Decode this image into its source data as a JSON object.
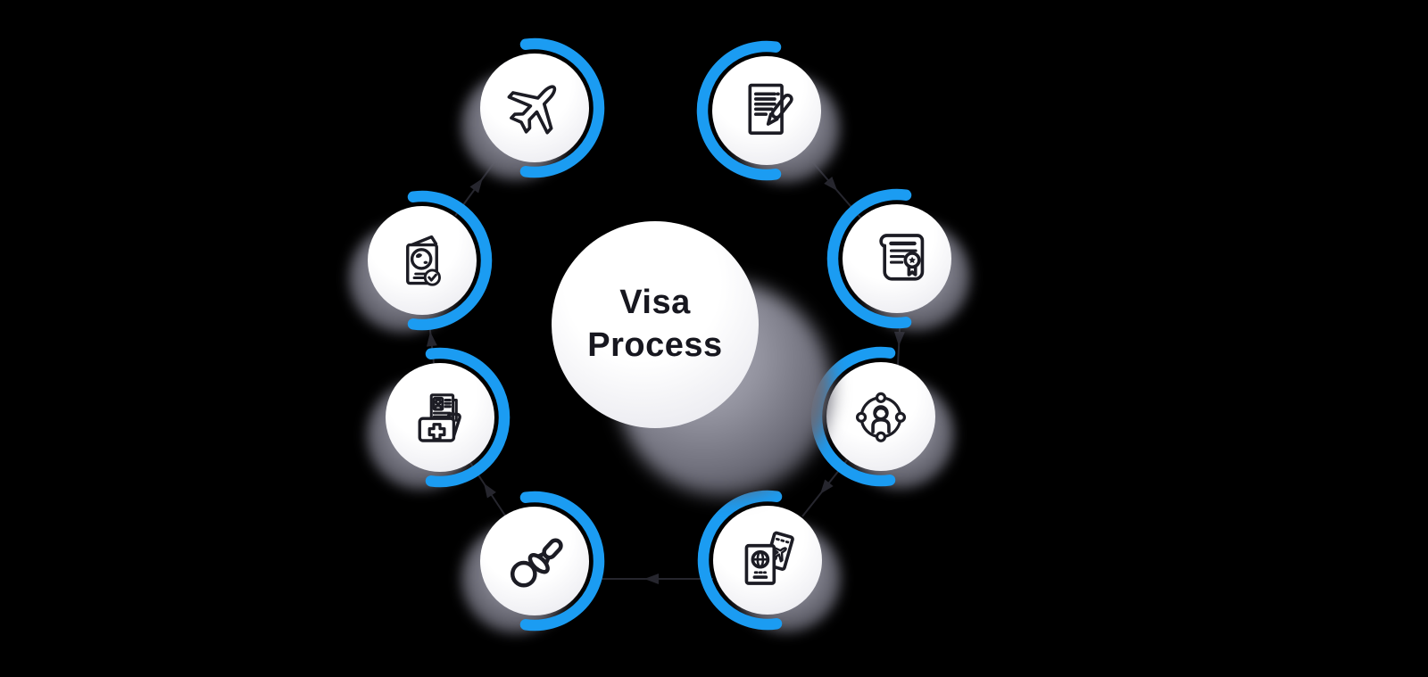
{
  "title": {
    "line1": "Visa",
    "line2": "Process"
  },
  "colors": {
    "background": "#000000",
    "accent_blue": "#1b9cf2",
    "arrow": "#26262e",
    "icon_stroke": "#1c1c24",
    "node_fill": "#ffffff",
    "title_text": "#17171f"
  },
  "nodes": [
    {
      "id": "application-form",
      "icon": "application-document-pen-icon"
    },
    {
      "id": "approval-certificate",
      "icon": "certificate-scroll-icon"
    },
    {
      "id": "candidate-profile",
      "icon": "person-network-icon"
    },
    {
      "id": "passport-and-tickets",
      "icon": "passport-ticket-icon"
    },
    {
      "id": "visa-stamp",
      "icon": "approval-stamp-icon"
    },
    {
      "id": "medical-documents",
      "icon": "medical-folder-icon"
    },
    {
      "id": "approved-passport",
      "icon": "passport-globe-check-icon"
    },
    {
      "id": "flight",
      "icon": "airplane-icon"
    }
  ],
  "connections": [
    {
      "from": "application-form",
      "to": "approval-certificate"
    },
    {
      "from": "approval-certificate",
      "to": "candidate-profile"
    },
    {
      "from": "candidate-profile",
      "to": "passport-and-tickets"
    },
    {
      "from": "passport-and-tickets",
      "to": "visa-stamp"
    },
    {
      "from": "visa-stamp",
      "to": "medical-documents"
    },
    {
      "from": "medical-documents",
      "to": "approved-passport"
    },
    {
      "from": "approved-passport",
      "to": "flight"
    }
  ]
}
